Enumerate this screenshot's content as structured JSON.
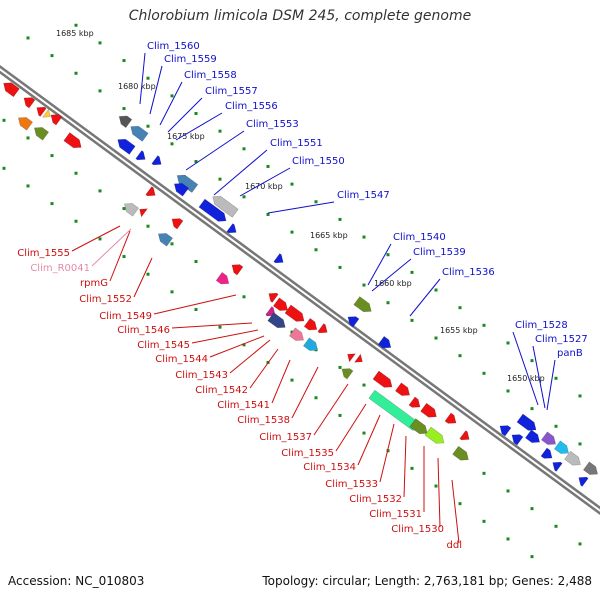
{
  "title": "Chlorobium limicola DSM 245, complete genome",
  "footer": {
    "accession": "Accession: NC_010803",
    "summary": "Topology: circular; Length: 2,763,181 bp; Genes: 2,488"
  },
  "colors": {
    "upper_labels": "#1010cc",
    "lower_labels": "#cc1010",
    "rna_label": "#e58aa6",
    "tick_dots": "#1a8a1a",
    "backbone": "#777777"
  },
  "scale_ticks": [
    "1685 kbp",
    "1680 kbp",
    "1675 kbp",
    "1670 kbp",
    "1665 kbp",
    "1660 kbp",
    "1655 kbp",
    "1650 kbp"
  ],
  "upper_genes": [
    "Clim_1560",
    "Clim_1559",
    "Clim_1558",
    "Clim_1557",
    "Clim_1556",
    "Clim_1553",
    "Clim_1551",
    "Clim_1550",
    "Clim_1547",
    "Clim_1540",
    "Clim_1539",
    "Clim_1536",
    "Clim_1528",
    "Clim_1527",
    "panB"
  ],
  "lower_genes": [
    "Clim_1555",
    "Clim_R0041",
    "rpmG",
    "Clim_1552",
    "Clim_1549",
    "Clim_1546",
    "Clim_1545",
    "Clim_1544",
    "Clim_1543",
    "Clim_1542",
    "Clim_1541",
    "Clim_1538",
    "Clim_1537",
    "Clim_1535",
    "Clim_1534",
    "Clim_1533",
    "Clim_1532",
    "Clim_1531",
    "Clim_1530",
    "ddl"
  ]
}
